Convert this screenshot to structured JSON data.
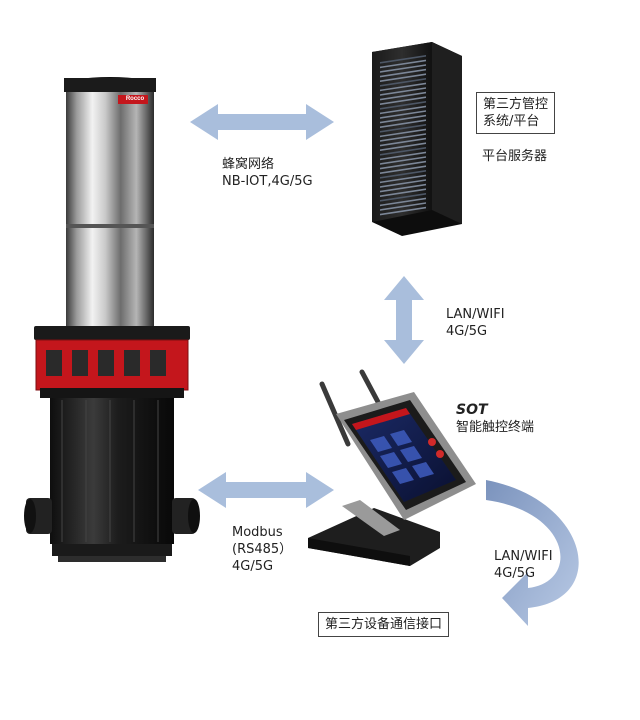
{
  "platform_box": {
    "line1": "第三方管控",
    "line2": "系统/平台"
  },
  "server_label": "平台服务器",
  "link_top": {
    "line1": "蜂窝网络",
    "line2": "NB-IOT,4G/5G"
  },
  "link_mid": {
    "line1": "LAN/WIFI",
    "line2": "4G/5G"
  },
  "terminal": {
    "brand": "SOT",
    "name": "智能触控终端"
  },
  "link_left": {
    "line1": "Modbus",
    "line2": "(RS485）",
    "line3": "4G/5G"
  },
  "link_right": {
    "line1": "LAN/WIFI",
    "line2": "4G/5G"
  },
  "device_box": "第三方设备通信接口",
  "bollard_logo": "Rocco",
  "colors": {
    "arrow": "#a9bedc",
    "bollard_red": "#c4161c",
    "panel_accent": "#c4161c"
  }
}
